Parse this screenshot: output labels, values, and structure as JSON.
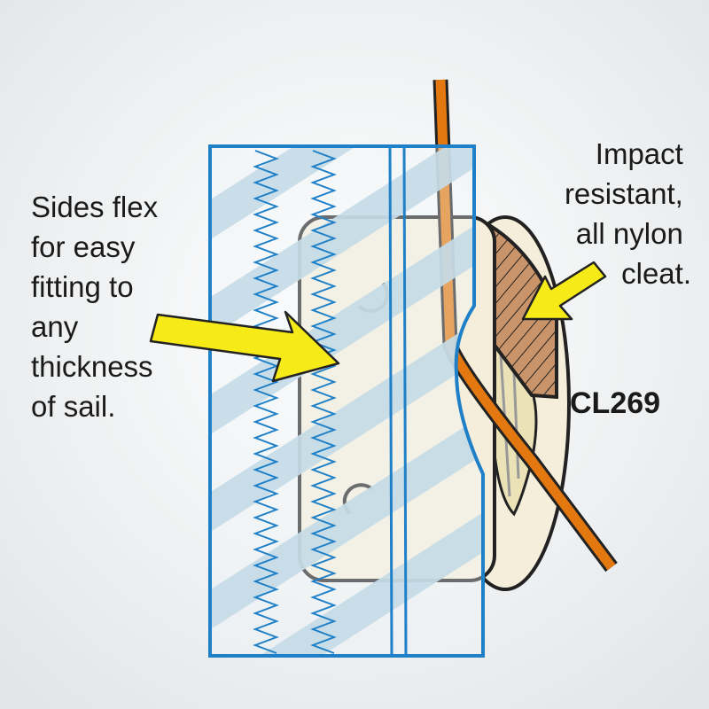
{
  "left_callout": [
    "Sides flex",
    "for easy",
    "fitting to",
    "any",
    "thickness",
    "of sail."
  ],
  "right_callout": [
    "Impact",
    "resistant,",
    "all nylon",
    "cleat."
  ],
  "product_code": "CL269",
  "colors": {
    "background": "#eceef0",
    "sail_border": "#1f80c8",
    "sail_stripe": "#c6dce8",
    "cleat_base": "#f5eedb",
    "rope": "#e2780f",
    "cleat_jaw": "#c9946a",
    "arrow": "#f6ea17"
  }
}
